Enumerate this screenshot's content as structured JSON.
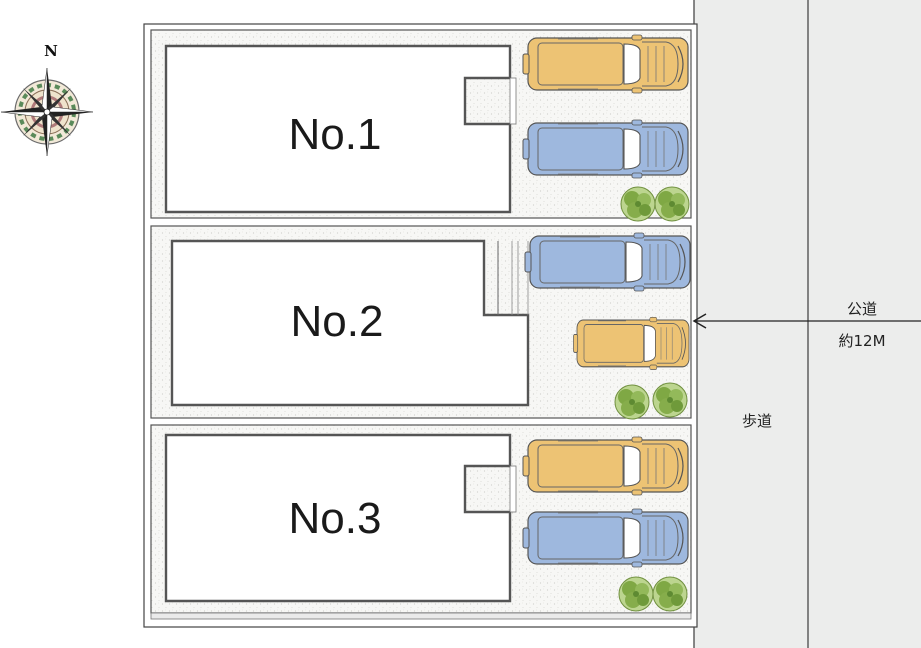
{
  "compass": {
    "north_label": "N"
  },
  "lots": [
    {
      "label": "No.1",
      "cars": [
        "yellow",
        "blue"
      ]
    },
    {
      "label": "No.2",
      "cars": [
        "blue",
        "yellow"
      ]
    },
    {
      "label": "No.3",
      "cars": [
        "yellow",
        "blue"
      ]
    }
  ],
  "road": {
    "public_road_label": "公道",
    "public_road_width": "約12M",
    "sidewalk_label": "歩道"
  },
  "colors": {
    "car_yellow": "#EDC374",
    "car_blue": "#9EB8DE",
    "road": "#ECEDEC",
    "lot_ground": "#F5F5F3",
    "tree": "#8DB34E"
  }
}
